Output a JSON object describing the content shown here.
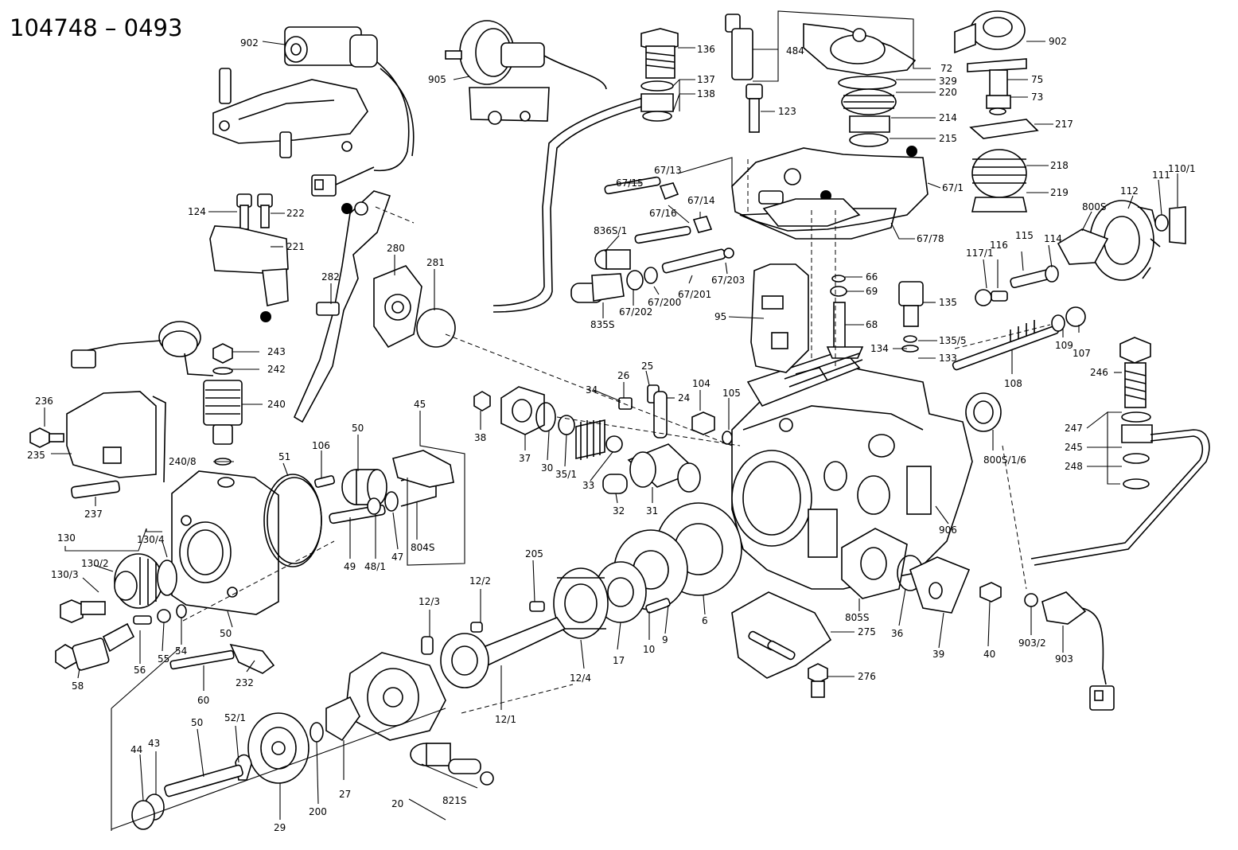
{
  "title": "104748 – 0493",
  "labels": {
    "902a": "902",
    "905": "905",
    "136a": "136",
    "137": "137",
    "138": "138",
    "484": "484",
    "72": "72",
    "329": "329",
    "220": "220",
    "214": "214",
    "215": "215",
    "123": "123",
    "902b": "902",
    "75": "75",
    "73": "73",
    "217": "217",
    "218": "218",
    "219": "219",
    "110_1": "110/1",
    "111": "111",
    "112": "112",
    "800S": "800S",
    "67_1": "67/1",
    "67_13": "67/13",
    "67_15": "67/15",
    "67_16": "67/16",
    "67_14": "67/14",
    "67_78": "67/78",
    "124": "124",
    "222": "222",
    "221": "221",
    "836S_1": "836S/1",
    "280": "280",
    "281": "281",
    "282": "282",
    "67_203": "67/203",
    "67_201": "67/201",
    "67_200": "67/200",
    "67_202": "67/202",
    "835S": "835S",
    "66": "66",
    "69": "69",
    "95": "95",
    "68": "68",
    "135": "135",
    "135_5": "135/5",
    "134": "134",
    "133": "133",
    "114": "114",
    "115": "115",
    "116": "116",
    "117_1": "117/1",
    "109": "109",
    "107": "107",
    "108": "108",
    "246": "246",
    "243": "243",
    "242": "242",
    "240": "240",
    "240_8": "240/8",
    "236": "236",
    "235": "235",
    "237": "237",
    "26": "26",
    "25": "25",
    "34": "34",
    "104": "104",
    "105": "105",
    "24": "24",
    "38": "38",
    "37": "37",
    "30": "30",
    "35_1": "35/1",
    "33": "33",
    "32": "32",
    "31": "31",
    "45": "45",
    "50a": "50",
    "51": "51",
    "106": "106",
    "49": "49",
    "48_1": "48/1",
    "47": "47",
    "804S": "804S",
    "130": "130",
    "130_4": "130/4",
    "130_2": "130/2",
    "130_3": "130/3",
    "50b": "50",
    "56": "56",
    "55": "55",
    "54": "54",
    "58": "58",
    "60": "60",
    "232": "232",
    "800S_1_6": "800S/1/6",
    "247": "247",
    "245": "245",
    "248": "248",
    "906": "906",
    "205": "205",
    "12_2": "12/2",
    "12_3": "12/3",
    "12_4": "12/4",
    "17": "17",
    "10": "10",
    "9": "9",
    "6": "6",
    "805S": "805S",
    "275": "275",
    "36": "36",
    "39": "39",
    "40": "40",
    "903_2": "903/2",
    "903": "903",
    "276": "276",
    "12_1": "12/1",
    "52_1": "52/1",
    "50c": "50",
    "44": "44",
    "43": "43",
    "29": "29",
    "200": "200",
    "27": "27",
    "20": "20",
    "821S": "821S"
  }
}
